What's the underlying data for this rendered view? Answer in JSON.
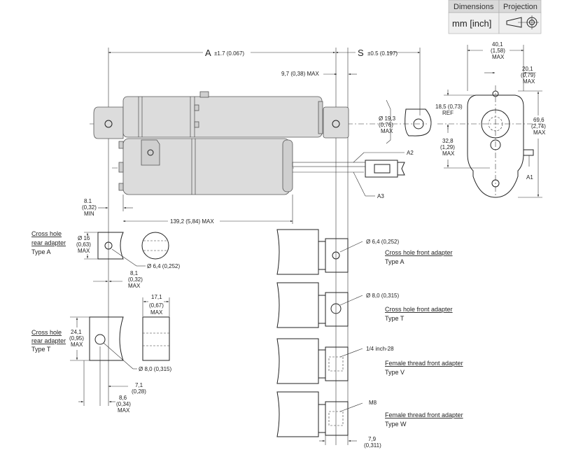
{
  "header": {
    "dimensions_label": "Dimensions",
    "projection_label": "Projection",
    "units_value": "mm [inch]",
    "projection_symbol": "projection-symbol-icon"
  },
  "dims": {
    "a_letter": "A",
    "a_tol": "±1.7 (0.067)",
    "s_letter": "S",
    "s_tol": "±0.5 (0.197)",
    "d97": "9,7 (0,38) MAX",
    "d193_1": "Ø 19,3",
    "d193_2": "(0,76)",
    "d193_3": "MAX",
    "a2": "A2",
    "a3": "A3",
    "a1": "A1",
    "d81_1": "8.1",
    "d81_2": "(0,32)",
    "d81_3": "MIN",
    "d1392": "139,2 (5,84) MAX",
    "d401_1": "40,1",
    "d401_2": "(1,58)",
    "d401_3": "MAX",
    "d201_1": "20,1",
    "d201_2": "(0,79)",
    "d201_3": "MAX",
    "d185_1": "18,5 (0,73)",
    "d185_2": "REF",
    "d696_1": "69,6",
    "d696_2": "(2,74)",
    "d696_3": "MAX",
    "d328_1": "32,8",
    "d328_2": "(1,29)",
    "d328_3": "MAX"
  },
  "rear_a": {
    "title1": "Cross hole",
    "title2": "rear adapter",
    "type": "Type A",
    "d16_1": "Ø 16",
    "d16_2": "(0,63)",
    "d16_3": "MAX",
    "hole": "Ø 6,4 (0,252)",
    "d81_1": "8,1",
    "d81_2": "(0,32)",
    "d81_3": "MAX"
  },
  "rear_t": {
    "title1": "Cross hole",
    "title2": "rear adapter",
    "type": "Type T",
    "d241_1": "24,1",
    "d241_2": "(0,95)",
    "d241_3": "MAX",
    "d171_1": "17,1",
    "d171_2": "(0,67)",
    "d171_3": "MAX",
    "hole": "Ø 8,0 (0,315)",
    "d71_1": "7,1",
    "d71_2": "(0,28)",
    "d86_1": "8,6",
    "d86_2": "(0,34)",
    "d86_3": "MAX"
  },
  "front": {
    "a_hole": "Ø 6,4 (0,252)",
    "a_title": "Cross hole front adapter",
    "a_type": "Type A",
    "t_hole": "Ø 8,0 (0,315)",
    "t_title": "Cross hole front adapter",
    "t_type": "Type T",
    "v_thread": "1/4 inch-28",
    "v_title": "Female thread front adapter",
    "v_type": "Type V",
    "w_thread": "M8",
    "w_title": "Female thread front adapter",
    "w_type": "Type W",
    "d79_1": "7,9",
    "d79_2": "(0,311)"
  }
}
